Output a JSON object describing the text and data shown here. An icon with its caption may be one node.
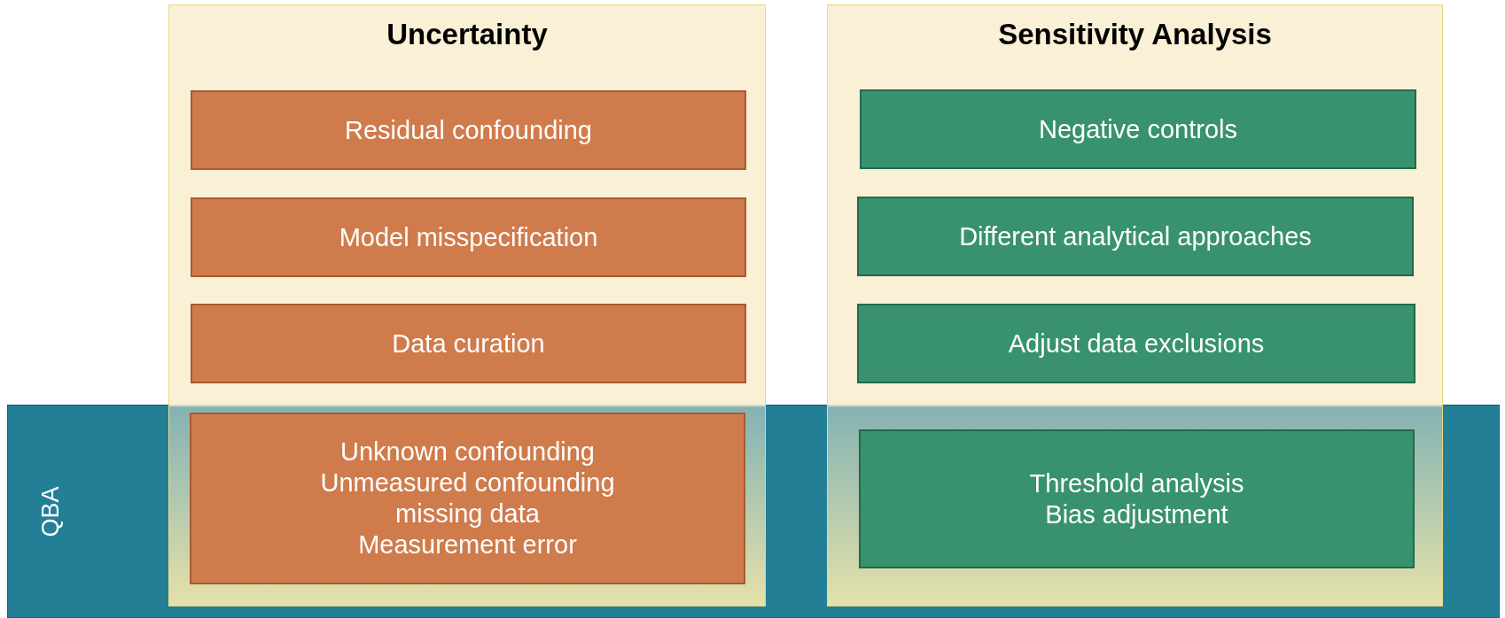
{
  "diagram": {
    "nodes": [
      {
        "text": [
          "QBA"
        ]
      },
      {
        "text": [
          "Uncertainty"
        ]
      },
      {
        "text": [
          "Residual confounding"
        ],
        "in": 1
      },
      {
        "text": [
          "Model misspecification"
        ],
        "in": 1
      },
      {
        "text": [
          "Data curation"
        ],
        "in": 1
      },
      {
        "text": [
          "Unknown confounding",
          "Unmeasured confounding",
          "missing data",
          "Measurement error"
        ]
      },
      {
        "text": [
          "Sensitivity Analysis"
        ]
      },
      {
        "text": [
          "Negative controls"
        ],
        "in": 6
      },
      {
        "text": [
          "Different analytical approaches"
        ],
        "in": 6
      },
      {
        "text": [
          "Adjust data exclusions"
        ],
        "in": 6
      },
      {
        "text": [
          "Threshold analysis",
          "Bias adjustment"
        ]
      }
    ]
  }
}
